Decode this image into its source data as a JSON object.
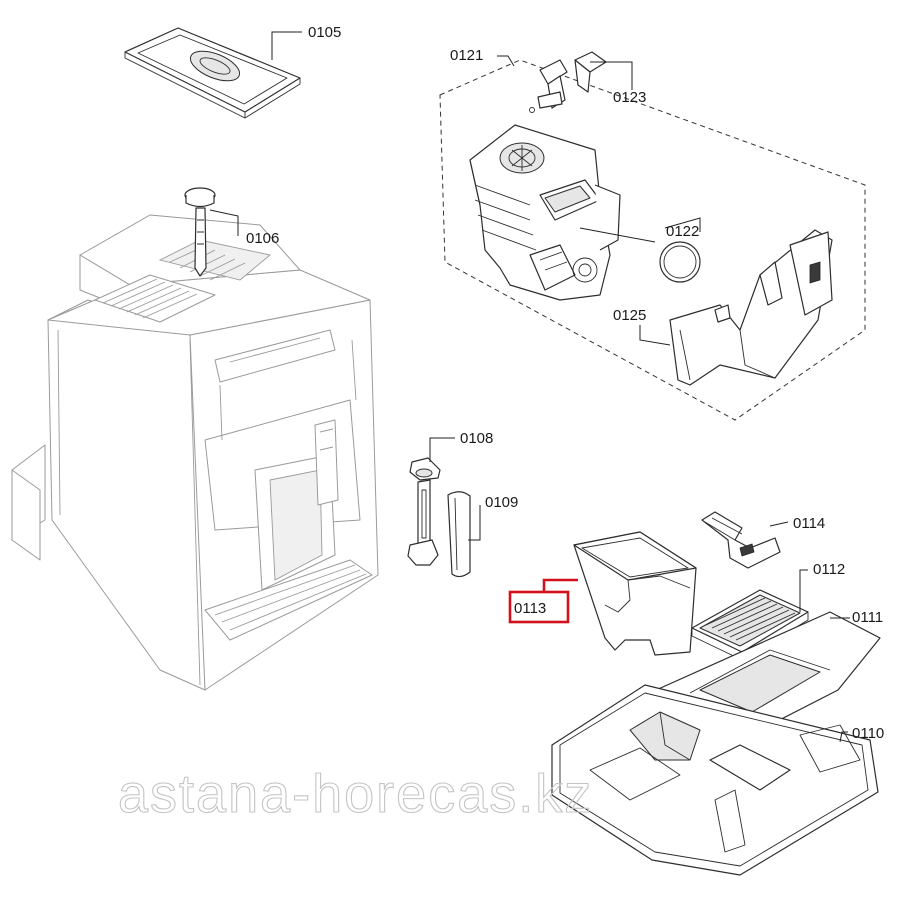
{
  "diagram": {
    "parts": [
      {
        "id": "p0105",
        "number": "0105"
      },
      {
        "id": "p0106",
        "number": "0106"
      },
      {
        "id": "p0121",
        "number": "0121"
      },
      {
        "id": "p0123",
        "number": "0123"
      },
      {
        "id": "p0122",
        "number": "0122"
      },
      {
        "id": "p0125",
        "number": "0125"
      },
      {
        "id": "p0108",
        "number": "0108"
      },
      {
        "id": "p0109",
        "number": "0109"
      },
      {
        "id": "p0113",
        "number": "0113",
        "highlighted": true
      },
      {
        "id": "p0114",
        "number": "0114"
      },
      {
        "id": "p0112",
        "number": "0112"
      },
      {
        "id": "p0111",
        "number": "0111"
      },
      {
        "id": "p0110",
        "number": "0110"
      }
    ],
    "highlight_color": "#d1121c",
    "line_color": "#222222",
    "background_color": "#ffffff"
  },
  "watermark": {
    "text": "astana-horecas.kz"
  }
}
